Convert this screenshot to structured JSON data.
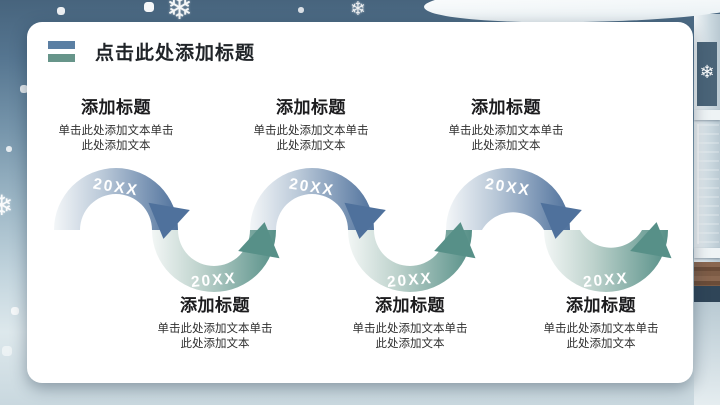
{
  "header": {
    "title": "点击此处添加标题"
  },
  "colors": {
    "accent_bar_blue": "#5b7fa3",
    "accent_bar_green": "#67958a",
    "arc_blue": "#4f719c",
    "arc_green": "#579088"
  },
  "timeline": {
    "steps": [
      {
        "year": "20XX",
        "title": "添加标题",
        "body": "单击此处添加文本单击此处添加文本"
      },
      {
        "year": "20XX",
        "title": "添加标题",
        "body": "单击此处添加文本单击此处添加文本"
      },
      {
        "year": "20XX",
        "title": "添加标题",
        "body": "单击此处添加文本单击此处添加文本"
      },
      {
        "year": "20XX",
        "title": "添加标题",
        "body": "单击此处添加文本单击此处添加文本"
      },
      {
        "year": "20XX",
        "title": "添加标题",
        "body": "单击此处添加文本单击此处添加文本"
      },
      {
        "year": "20XX",
        "title": "添加标题",
        "body": "单击此处添加文本单击此处添加文本"
      }
    ]
  },
  "background": {
    "snowflake_glyph": "❄"
  }
}
